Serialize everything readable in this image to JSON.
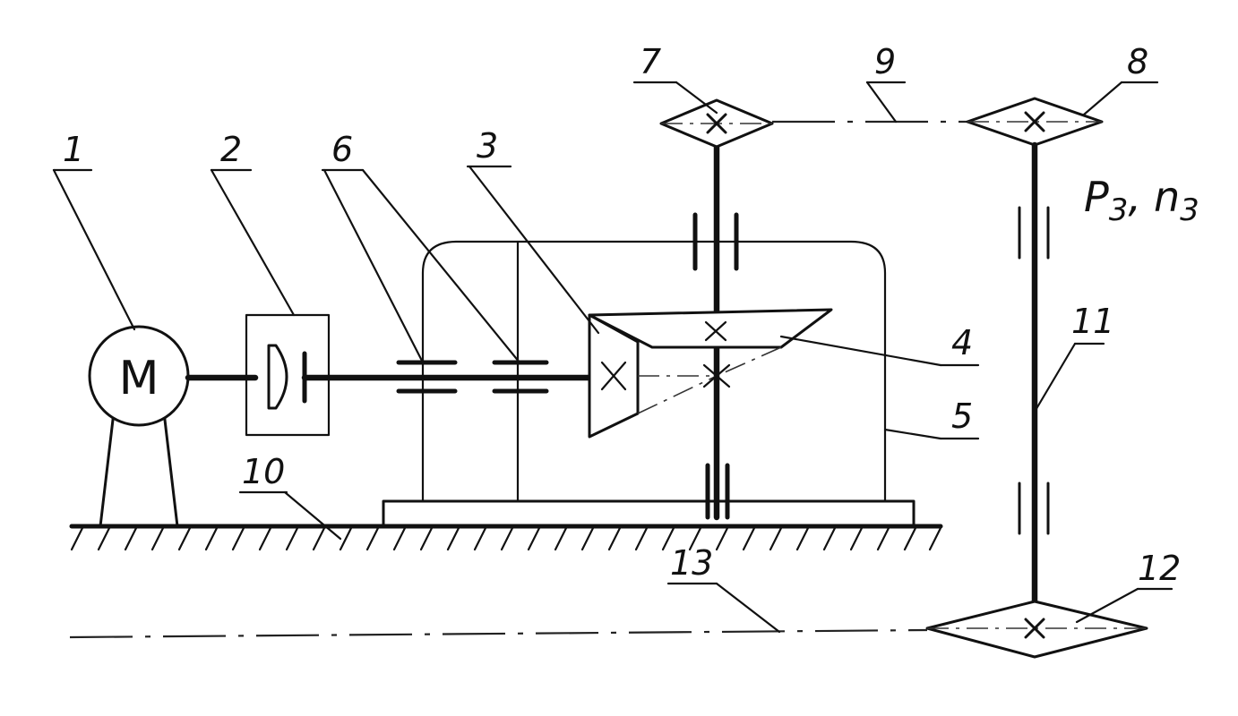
{
  "motor": {
    "symbol": "M"
  },
  "labels": {
    "l1": "1",
    "l2": "2",
    "l3": "3",
    "l4": "4",
    "l5": "5",
    "l6": "6",
    "l7": "7",
    "l8": "8",
    "l9": "9",
    "l10": "10",
    "l11": "11",
    "l12": "12",
    "l13": "13"
  },
  "output_note": {
    "p": "P",
    "p_sub": "3",
    "sep": ",",
    "n": "n",
    "n_sub": "3"
  }
}
